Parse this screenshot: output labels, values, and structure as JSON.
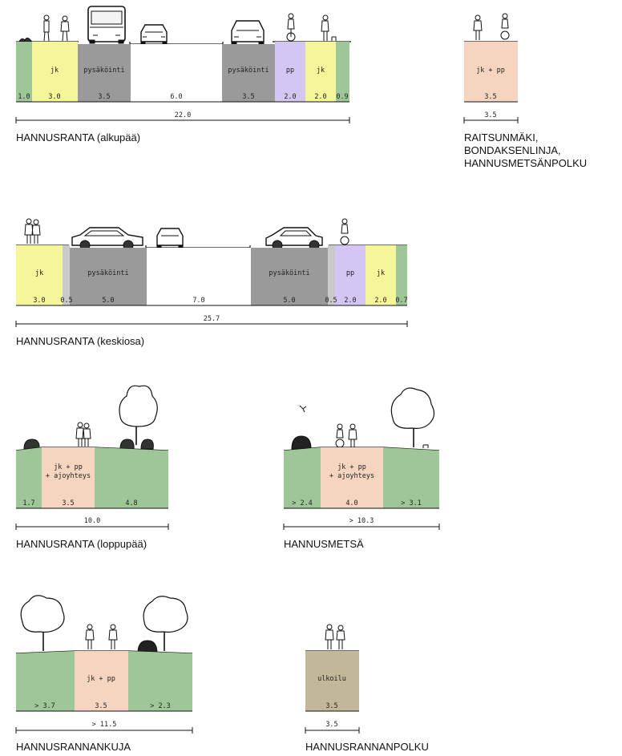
{
  "colors": {
    "green": "#9ec797",
    "yellow": "#f5f59a",
    "darkgray": "#9a9a9a",
    "white": "#ffffff",
    "lavender": "#d4c6f3",
    "peach": "#f5d5c0",
    "khaki": "#c2b899",
    "lightgray": "#c9c9c9"
  },
  "sections": [
    {
      "title": "HANNUSRANTA (alkupää)",
      "total": "22.0",
      "segments": [
        {
          "label": "",
          "width": "1.0",
          "color": "green"
        },
        {
          "label": "jk",
          "width": "3.0",
          "color": "yellow"
        },
        {
          "label": "pysäköinti",
          "width": "3.5",
          "color": "darkgray"
        },
        {
          "label": "",
          "width": "6.0",
          "color": "white"
        },
        {
          "label": "pysäköinti",
          "width": "3.5",
          "color": "darkgray"
        },
        {
          "label": "pp",
          "width": "2.0",
          "color": "lavender"
        },
        {
          "label": "jk",
          "width": "2.0",
          "color": "yellow"
        },
        {
          "label": "",
          "width": "0.9",
          "color": "green"
        }
      ]
    },
    {
      "title": "RAITSUNMÄKI,\nBONDAKSENLINJA,\nHANNUSMETSÄNPOLKU",
      "title_lines": [
        "RAITSUNMÄKI,",
        "BONDAKSENLINJA,",
        "HANNUSMETSÄNPOLKU"
      ],
      "total": "3.5",
      "segments": [
        {
          "label": "jk + pp",
          "width": "3.5",
          "color": "peach"
        }
      ]
    },
    {
      "title": "HANNUSRANTA (keskiosa)",
      "total": "25.7",
      "segments": [
        {
          "label": "jk",
          "width": "3.0",
          "color": "yellow"
        },
        {
          "label": "",
          "width": "0.5",
          "color": "lightgray"
        },
        {
          "label": "pysäköinti",
          "width": "5.0",
          "color": "darkgray"
        },
        {
          "label": "",
          "width": "7.0",
          "color": "white"
        },
        {
          "label": "pysäköinti",
          "width": "5.0",
          "color": "darkgray"
        },
        {
          "label": "",
          "width": "0.5",
          "color": "lightgray"
        },
        {
          "label": "pp",
          "width": "2.0",
          "color": "lavender"
        },
        {
          "label": "jk",
          "width": "2.0",
          "color": "yellow"
        },
        {
          "label": "",
          "width": "0.7",
          "color": "green"
        }
      ]
    },
    {
      "title": "HANNUSRANTA (loppupää)",
      "total": "10.0",
      "segments": [
        {
          "label": "",
          "width": "1.7",
          "color": "green"
        },
        {
          "label": "jk + pp\n+ ajoyhteys",
          "width": "3.5",
          "color": "peach"
        },
        {
          "label": "",
          "width": "4.8",
          "color": "green"
        }
      ]
    },
    {
      "title": "HANNUSMETSÄ",
      "total": "> 10.3",
      "segments": [
        {
          "label": "",
          "width": "> 2.4",
          "color": "green"
        },
        {
          "label": "jk + pp\n+ ajoyhteys",
          "width": "4.0",
          "color": "peach"
        },
        {
          "label": "",
          "width": "> 3.1",
          "color": "green"
        }
      ]
    },
    {
      "title": "HANNUSRANNANKUJA",
      "total": "> 11.5",
      "segments": [
        {
          "label": "",
          "width": "> 3.7",
          "color": "green"
        },
        {
          "label": "jk + pp",
          "width": "3.5",
          "color": "peach"
        },
        {
          "label": "",
          "width": "> 2.3",
          "color": "green"
        }
      ]
    },
    {
      "title": "HANNUSRANNANPOLKU",
      "total": "3.5",
      "segments": [
        {
          "label": "ulkoilu",
          "width": "3.5",
          "color": "khaki"
        }
      ]
    }
  ]
}
